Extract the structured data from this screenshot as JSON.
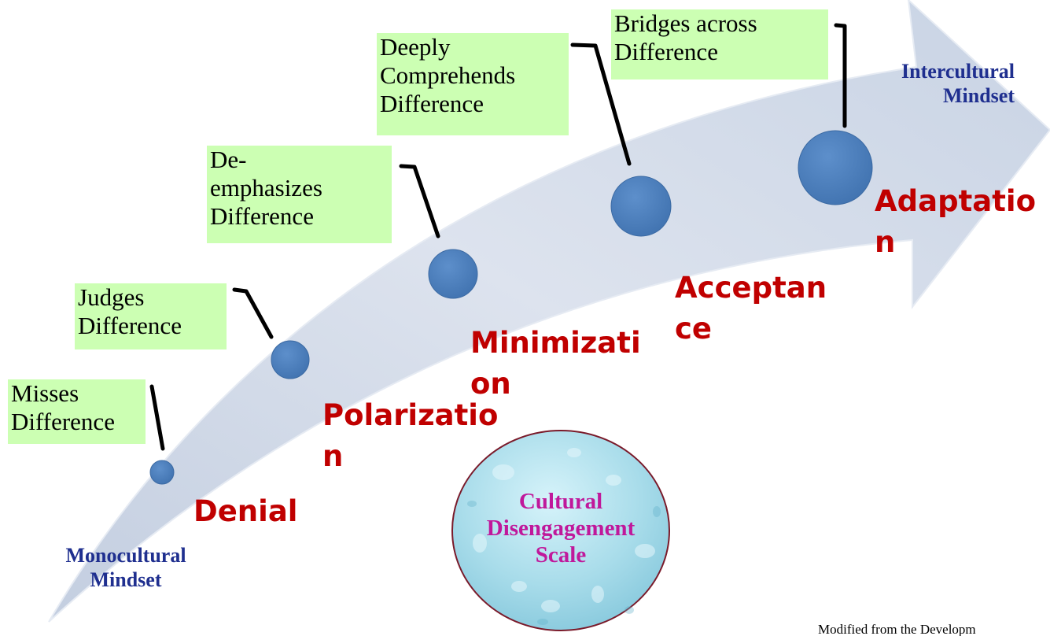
{
  "stages": [
    {
      "behavior": "Misses\nDifference",
      "name": "Denial"
    },
    {
      "behavior": "Judges\nDifference",
      "name": "Polarizatio\nn"
    },
    {
      "behavior": "De-\nemphasizes\nDifference",
      "name": "Minimizati\non"
    },
    {
      "behavior": "Deeply\nComprehends\nDifference",
      "name": "Acceptan\nce"
    },
    {
      "behavior": "Bridges across\nDifference",
      "name": "Adaptatio\nn"
    }
  ],
  "start_mindset": "Monocultural\nMindset",
  "end_mindset": "Intercultural\nMindset",
  "disengagement": "Cultural\nDisengagement\nScale",
  "footnote": "Modified from the Developm",
  "colors": {
    "arrow": "#d4dcea",
    "node": "#4f81bd",
    "box": "#ccffb3",
    "stage_label": "#c00000",
    "mindset": "#1f2f8f",
    "scale_text": "#c0189b"
  }
}
